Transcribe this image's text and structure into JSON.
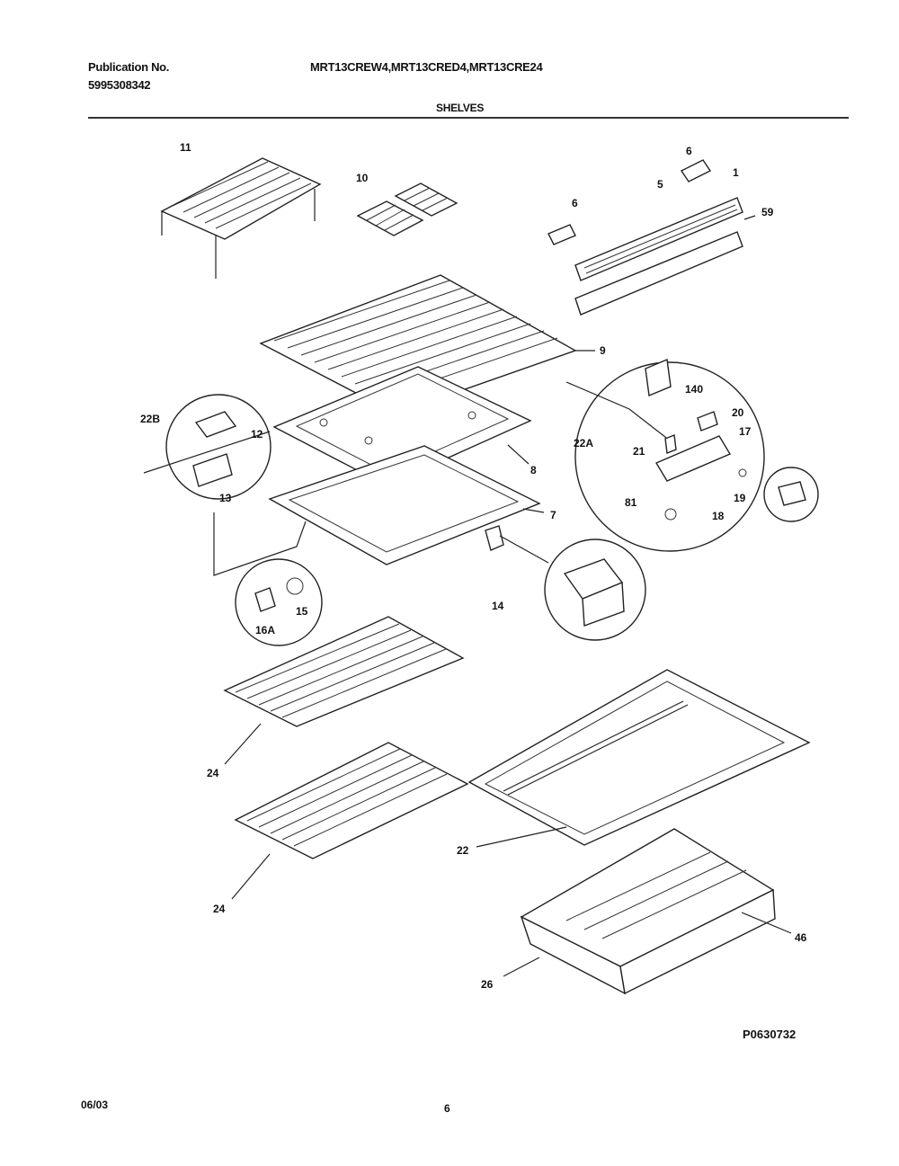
{
  "header": {
    "publication_label": "Publication No.",
    "publication_number": "5995308342",
    "models": "MRT13CREW4,MRT13CRED4,MRT13CRE24",
    "section_title": "SHELVES"
  },
  "footer": {
    "figure_code": "P0630732",
    "date": "06/03",
    "page": "6"
  },
  "callouts": {
    "c11": "11",
    "c10": "10",
    "c6a": "6",
    "c6b": "6",
    "c5": "5",
    "c1": "1",
    "c59": "59",
    "c9": "9",
    "c22b": "22B",
    "c12": "12",
    "c13": "13",
    "c8": "8",
    "c7": "7",
    "c14": "14",
    "c15": "15",
    "c16a": "16A",
    "c140": "140",
    "c20": "20",
    "c22a": "22A",
    "c21": "21",
    "c17": "17",
    "c81": "81",
    "c18": "18",
    "c19": "19",
    "c24a": "24",
    "c24b": "24",
    "c22": "22",
    "c46": "46",
    "c26": "26"
  }
}
